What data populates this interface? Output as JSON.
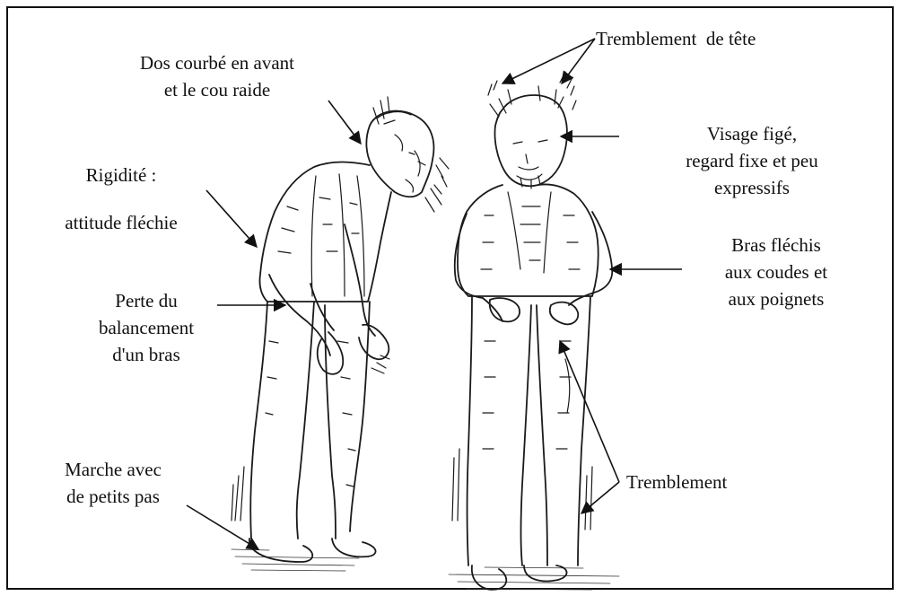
{
  "labels": {
    "dos_line1": "Dos courbé en avant",
    "dos_line2": "et le cou raide",
    "rigidite_line1": "Rigidité :",
    "rigidite_line2": "attitude fléchie",
    "perte_line1": "Perte du",
    "perte_line2": "balancement",
    "perte_line3": "d'un bras",
    "marche_line1": "Marche avec",
    "marche_line2": "de petits pas",
    "tete": "Tremblement  de tête",
    "visage_line1": "Visage figé,",
    "visage_line2": "regard fixe et peu",
    "visage_line3": "expressifs",
    "bras_line1": "Bras fléchis",
    "bras_line2": "aux coudes et",
    "bras_line3": "aux poignets",
    "tremblement": "Tremblement"
  },
  "colors": {
    "ink": "#111111",
    "background": "#ffffff",
    "frame": "#111111"
  },
  "figures": [
    "stooped-man-side-view",
    "man-front-view"
  ]
}
